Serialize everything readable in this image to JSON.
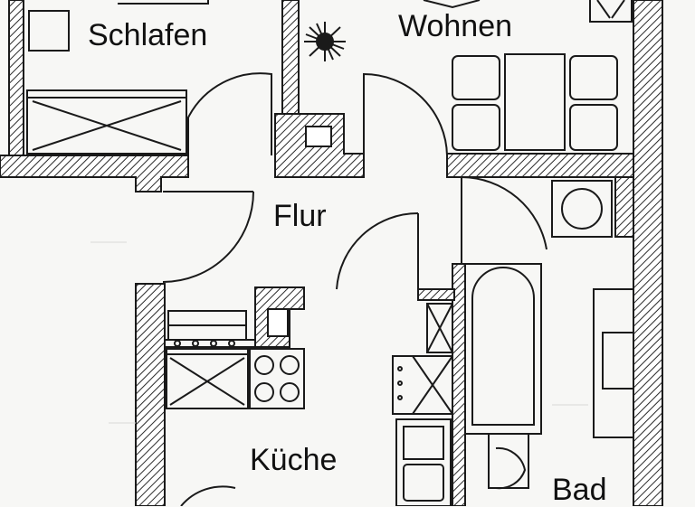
{
  "rooms": {
    "schlafen": "Schlafen",
    "wohnen": "Wohnen",
    "flur": "Flur",
    "kueche": "Küche",
    "bad": "Bad"
  },
  "colors": {
    "ink": "#1a1a1a",
    "paper": "#f7f7f5",
    "hatch": "#2a2a2a"
  }
}
